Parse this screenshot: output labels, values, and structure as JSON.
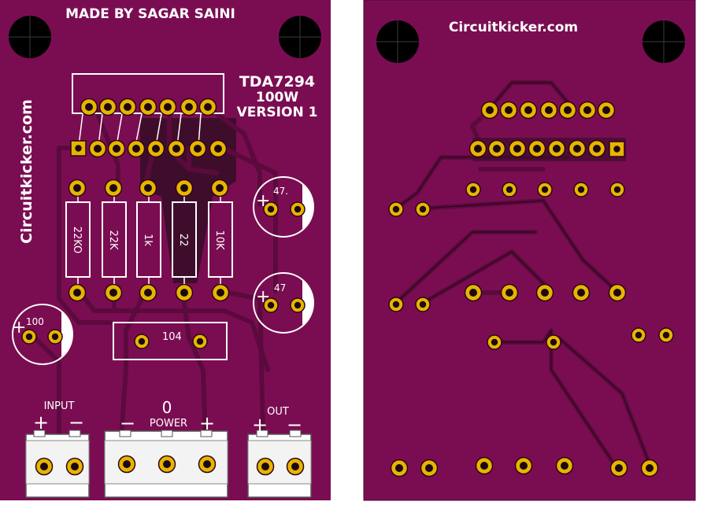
{
  "colors": {
    "board": "#7a0d52",
    "board_edge": "#4a0a33",
    "trace": "#5c0a3d",
    "trace_outline": "#2e0420",
    "silk": "#ffffff",
    "pad_ring": "#e8b400",
    "hole": "#1a0a10",
    "mount_hole": "#000000",
    "copper_fill": "#3f0d2c"
  },
  "left_board": {
    "maker_label": "MADE BY SAGAR SAINI",
    "site_label": "Circuitkicker.com",
    "chip_label": "TDA7294",
    "power_label": "100W",
    "version_label": "VERSION 1",
    "resistors": [
      "22KO",
      "22K",
      "1k",
      "22",
      "10K"
    ],
    "cap_top_label": "47.",
    "cap_mid_label": "47",
    "cap_left_label": "100",
    "film_cap_label": "104",
    "input_label": "INPUT",
    "input_plus": "+",
    "input_minus": "−",
    "power_zero": "0",
    "power_label_text": "POWER",
    "power_minus": "−",
    "power_plus": "+",
    "out_label": "OUT",
    "out_plus": "+",
    "out_minus": "−",
    "cap_plus_marks": [
      "+",
      "+",
      "+"
    ]
  },
  "right_board": {
    "site_label": "Circuitkicker.com"
  }
}
